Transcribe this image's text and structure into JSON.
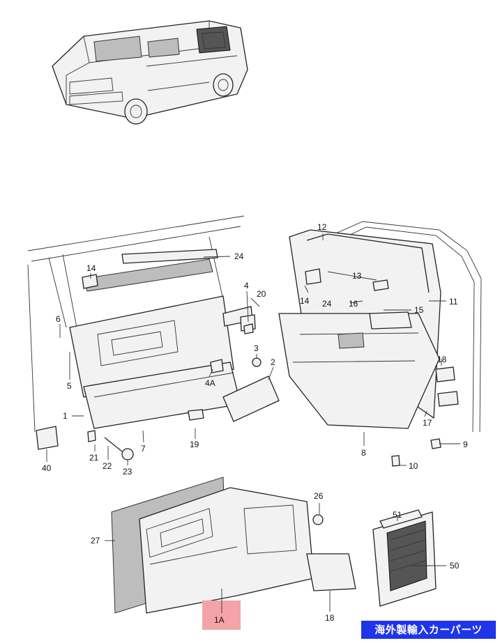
{
  "callouts": {
    "c1": "1",
    "c1a": "1A",
    "c2": "2",
    "c3": "3",
    "c4": "4",
    "c4a": "4A",
    "c5": "5",
    "c6": "6",
    "c7": "7",
    "c8": "8",
    "c9": "9",
    "c10": "10",
    "c11": "11",
    "c12": "12",
    "c13": "13",
    "c14a": "14",
    "c14b": "14",
    "c15": "15",
    "c16": "16",
    "c17": "17",
    "c18a": "18",
    "c18b": "18",
    "c19": "19",
    "c20": "20",
    "c21": "21",
    "c22": "22",
    "c23": "23",
    "c24a": "24",
    "c24b": "24",
    "c26": "26",
    "c27": "27",
    "c40": "40",
    "c50": "50",
    "c51": "51"
  },
  "badge": {
    "text": "海外製輸入カーパーツ"
  },
  "colors": {
    "badge_bg": "#1f35e8",
    "highlight": "#f4a3a8"
  }
}
